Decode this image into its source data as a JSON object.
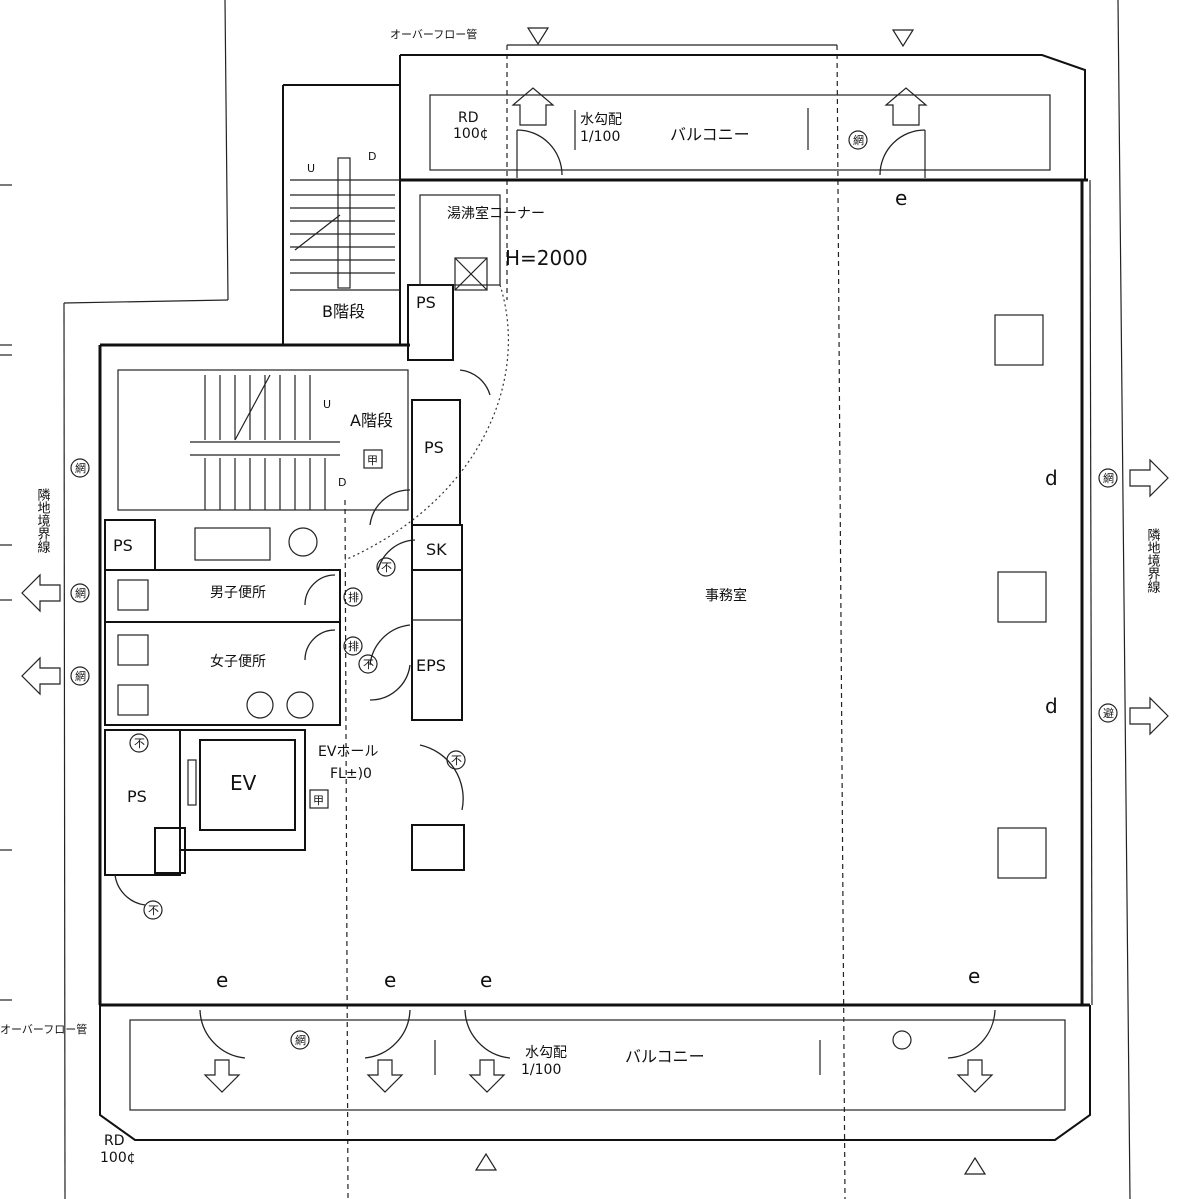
{
  "labels": {
    "overflow_top": "オーバーフロー管",
    "overflow_bottom": "オーバーフロー管",
    "rd_top": "RD",
    "rd_top_size": "100¢",
    "rd_bottom": "RD",
    "rd_bottom_size": "100¢",
    "slope_top": "水勾配",
    "slope_top_ratio": "1/100",
    "balcony_top": "バルコニー",
    "slope_bottom": "水勾配",
    "slope_bottom_ratio": "1/100",
    "balcony_bottom": "バルコニー",
    "sink_corner": "湯沸室コーナー",
    "height": "H=2000",
    "stair_b": "B階段",
    "stair_a": "A階段",
    "ps_1": "PS",
    "ps_2": "PS",
    "ps_3": "PS",
    "ps_4": "PS",
    "sk": "SK",
    "eps": "EPS",
    "mens_wc": "男子便所",
    "womens_wc": "女子便所",
    "ev": "EV",
    "ev_hall": "EVホール",
    "fl": "FL±)0",
    "office": "事務室",
    "boundary_left": "隣地境界線",
    "boundary_right": "隣地境界線",
    "stair_up_b": "U",
    "stair_down_b": "D",
    "stair_up_a": "U",
    "stair_down_a": "D",
    "e1": "e",
    "e2": "e",
    "e3": "e",
    "e4": "e",
    "e5": "e",
    "d1": "d",
    "d2": "d",
    "sym_fu1": "不",
    "sym_fu2": "不",
    "sym_fu3": "不",
    "sym_fu4": "不",
    "sym_fu5": "不",
    "sym_kou1": "甲",
    "sym_kou2": "甲",
    "sym_hai1": "排",
    "sym_hai2": "排",
    "sym_ami1": "網",
    "sym_ami2": "網",
    "sym_ami3": "網",
    "sym_ami4": "網",
    "sym_ami5": "網",
    "sym_ami6": "網",
    "sym_kan1": "避"
  }
}
